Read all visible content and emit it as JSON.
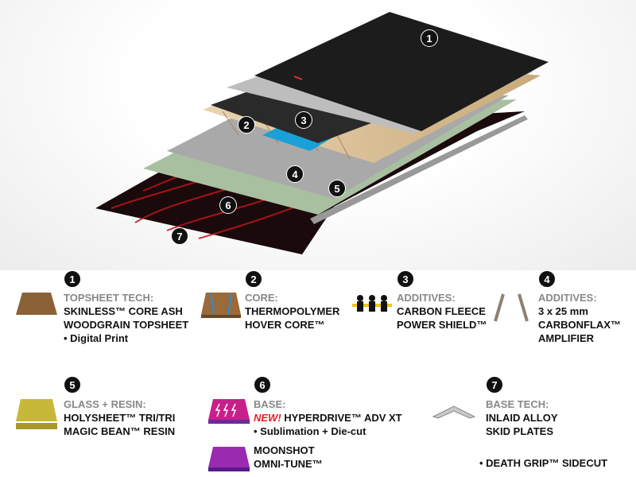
{
  "markers": [
    "1",
    "2",
    "3",
    "4",
    "5",
    "6",
    "7"
  ],
  "items": [
    {
      "num": "1",
      "label": "TOPSHEET TECH:",
      "lines": [
        "SKINLESS™ CORE ASH",
        "WOODGRAIN TOPSHEET",
        "• Digital Print"
      ],
      "icon": "woodgrain-swatch-icon"
    },
    {
      "num": "2",
      "label": "CORE:",
      "lines": [
        "THERMOPOLYMER",
        "HOVER CORE™"
      ],
      "icon": "wood-core-icon"
    },
    {
      "num": "3",
      "label": "ADDITIVES:",
      "lines": [
        "CARBON FLEECE",
        "POWER SHIELD™"
      ],
      "icon": "team-carry-icon"
    },
    {
      "num": "4",
      "label": "ADDITIVES:",
      "lines": [
        "3 x 25 mm",
        "CARBONFLAX™",
        "AMPLIFIER"
      ],
      "icon": "carbon-strips-icon"
    },
    {
      "num": "5",
      "label": "GLASS + RESIN:",
      "lines": [
        "HOLYSHEET™ TRI/TRI",
        "MAGIC BEAN™ RESIN"
      ],
      "icon": "fiberglass-icon"
    },
    {
      "num": "6",
      "label": "BASE:",
      "new": "NEW!",
      "lines": [
        "HYPERDRIVE™ ADV XT",
        "• Sublimation + Die-cut"
      ],
      "icon": "base-lightning-icon"
    },
    {
      "num": "7",
      "label": "BASE TECH:",
      "lines": [
        "INLAID ALLOY",
        "SKID PLATES"
      ],
      "icon": "skid-plate-icon"
    }
  ],
  "extra": {
    "moonshot": [
      "MOONSHOT",
      "OMNI-TUNE™"
    ],
    "sidecut": "• DEATH GRIP™ SIDECUT"
  },
  "colors": {
    "accent_new": "#e4202a",
    "label_gray": "#888888",
    "base_red": "#c0141c"
  }
}
